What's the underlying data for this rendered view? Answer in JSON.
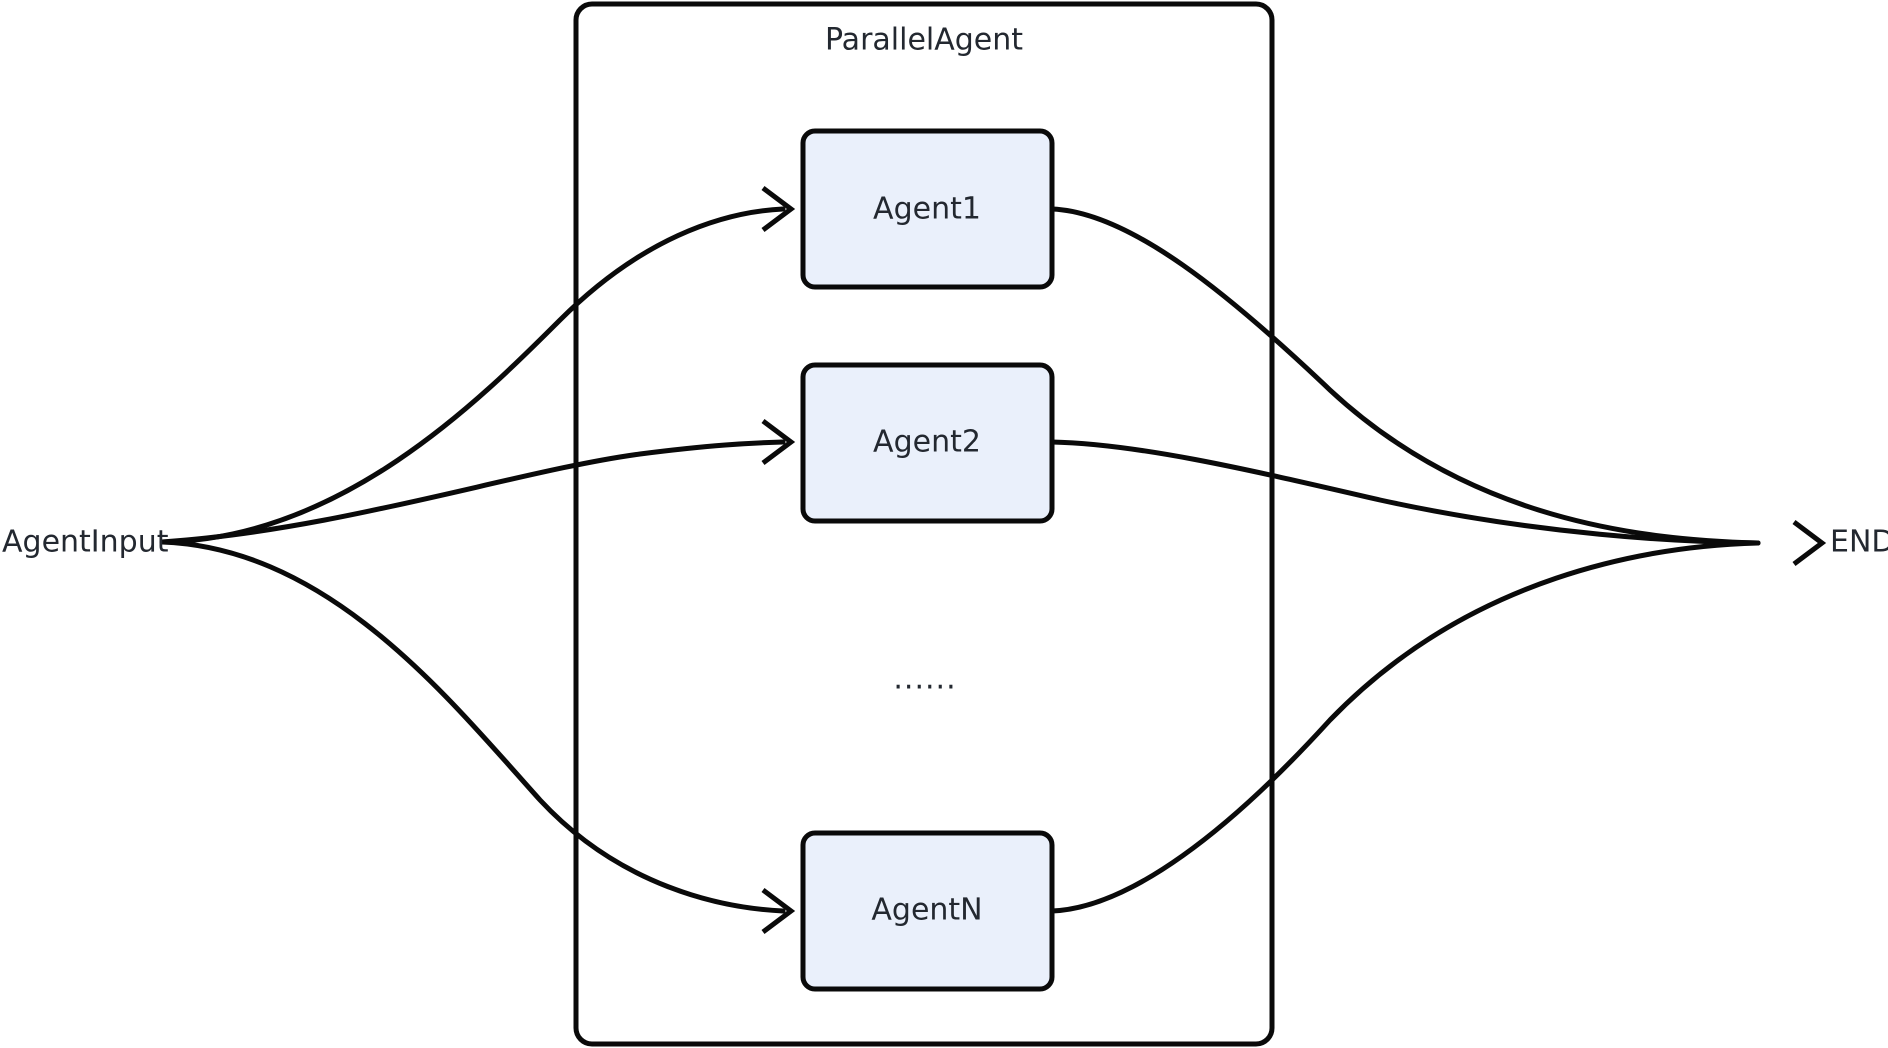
{
  "diagram": {
    "type": "flow-diagram",
    "background_color": "#ffffff",
    "stroke_color": "#0a0a0a",
    "text_color": "#232830",
    "node_fill_color": "#eaf0fb"
  },
  "group": {
    "title": "ParallelAgent",
    "name": "parallel-agent-group"
  },
  "input_node": {
    "label": "AgentInput"
  },
  "output_node": {
    "label": "END"
  },
  "ellipsis": {
    "label": "......"
  },
  "agents": [
    {
      "label": "Agent1"
    },
    {
      "label": "Agent2"
    },
    {
      "label": "AgentN"
    }
  ],
  "edges": [
    {
      "from": "AgentInput",
      "to": "Agent1"
    },
    {
      "from": "AgentInput",
      "to": "Agent2"
    },
    {
      "from": "AgentInput",
      "to": "AgentN"
    },
    {
      "from": "Agent1",
      "to": "END"
    },
    {
      "from": "Agent2",
      "to": "END"
    },
    {
      "from": "AgentN",
      "to": "END"
    }
  ]
}
